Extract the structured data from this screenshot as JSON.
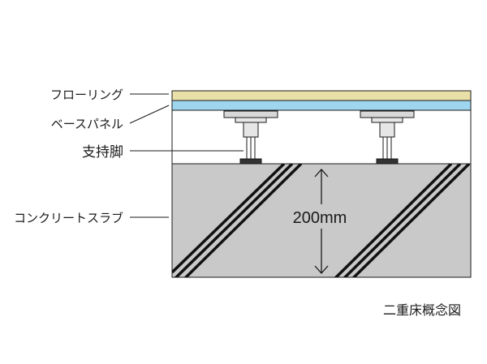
{
  "labels": {
    "flooring": "フローリング",
    "base_panel": "ベースパネル",
    "support_leg": "支持脚",
    "concrete_slab": "コンクリートスラブ"
  },
  "dimension": "200mm",
  "caption": "二重床概念図",
  "colors": {
    "flooring": "#e9dfa8",
    "base_panel": "#9fd6ef",
    "slab": "#c9c9c9",
    "support_cap": "#d8d8d8",
    "outline": "#1a1a1a"
  }
}
